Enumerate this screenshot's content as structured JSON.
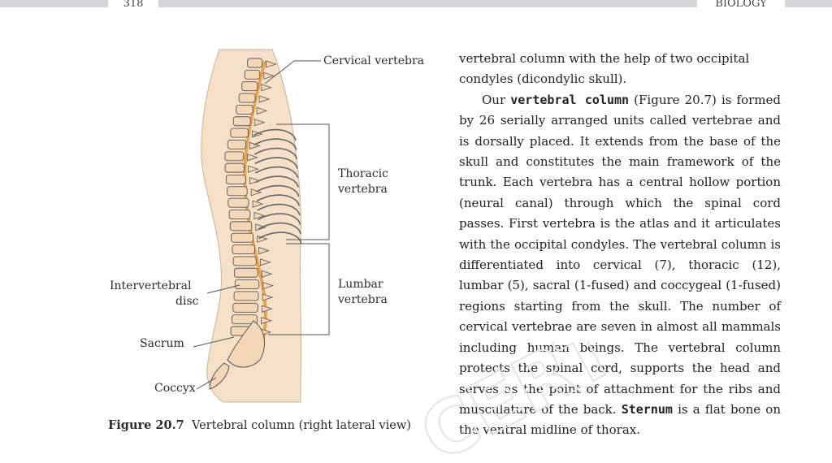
{
  "header": {
    "left_page_number": "318",
    "right_running_title": "BIOLOGY"
  },
  "figure": {
    "labels": {
      "cervical": "Cervical vertebra",
      "thoracic_line1": "Thoracic",
      "thoracic_line2": "vertebra",
      "lumbar_line1": "Lumbar",
      "lumbar_line2": "vertebra",
      "intervertebral_line1": "Intervertebral",
      "intervertebral_line2": "disc",
      "sacrum": "Sacrum",
      "coccyx": "Coccyx"
    },
    "caption_number": "Figure 20.7",
    "caption_text": "Vertebral column (right lateral view)"
  },
  "text": {
    "p1": "vertebral column with the help of two occipital condyles (dicondylic skull).",
    "p2_intro": "Our ",
    "p2_term1": "vertebral column",
    "p2_mid": " (Figure 20.7) is formed by 26 serially arranged units called vertebrae and is dorsally placed. It extends from the base of the skull and constitutes the main framework of the trunk. Each vertebra has a central hollow portion (neural canal) through which the spinal cord passes. First vertebra is the atlas and it articulates with the occipital condyles. The vertebral column is differentiated into cervical (7), thoracic (12), lumbar (5), sacral (1-fused) and coccygeal (1-fused) regions starting from the skull. The number of cervical vertebrae are seven in almost all mammals including human beings. The vertebral column protects the spinal cord, supports the head and serves as the point of attachment for the ribs and musculature of the back. ",
    "p2_term2": "Sternum",
    "p2_end": " is a flat bone on the ventral midline of thorax."
  },
  "watermark": {
    "text": "CERT"
  },
  "colors": {
    "body_fill": "#f6e1c8",
    "spine_bone": "#f3d7b6",
    "cord": "#e8a24f",
    "outline": "#555555"
  }
}
